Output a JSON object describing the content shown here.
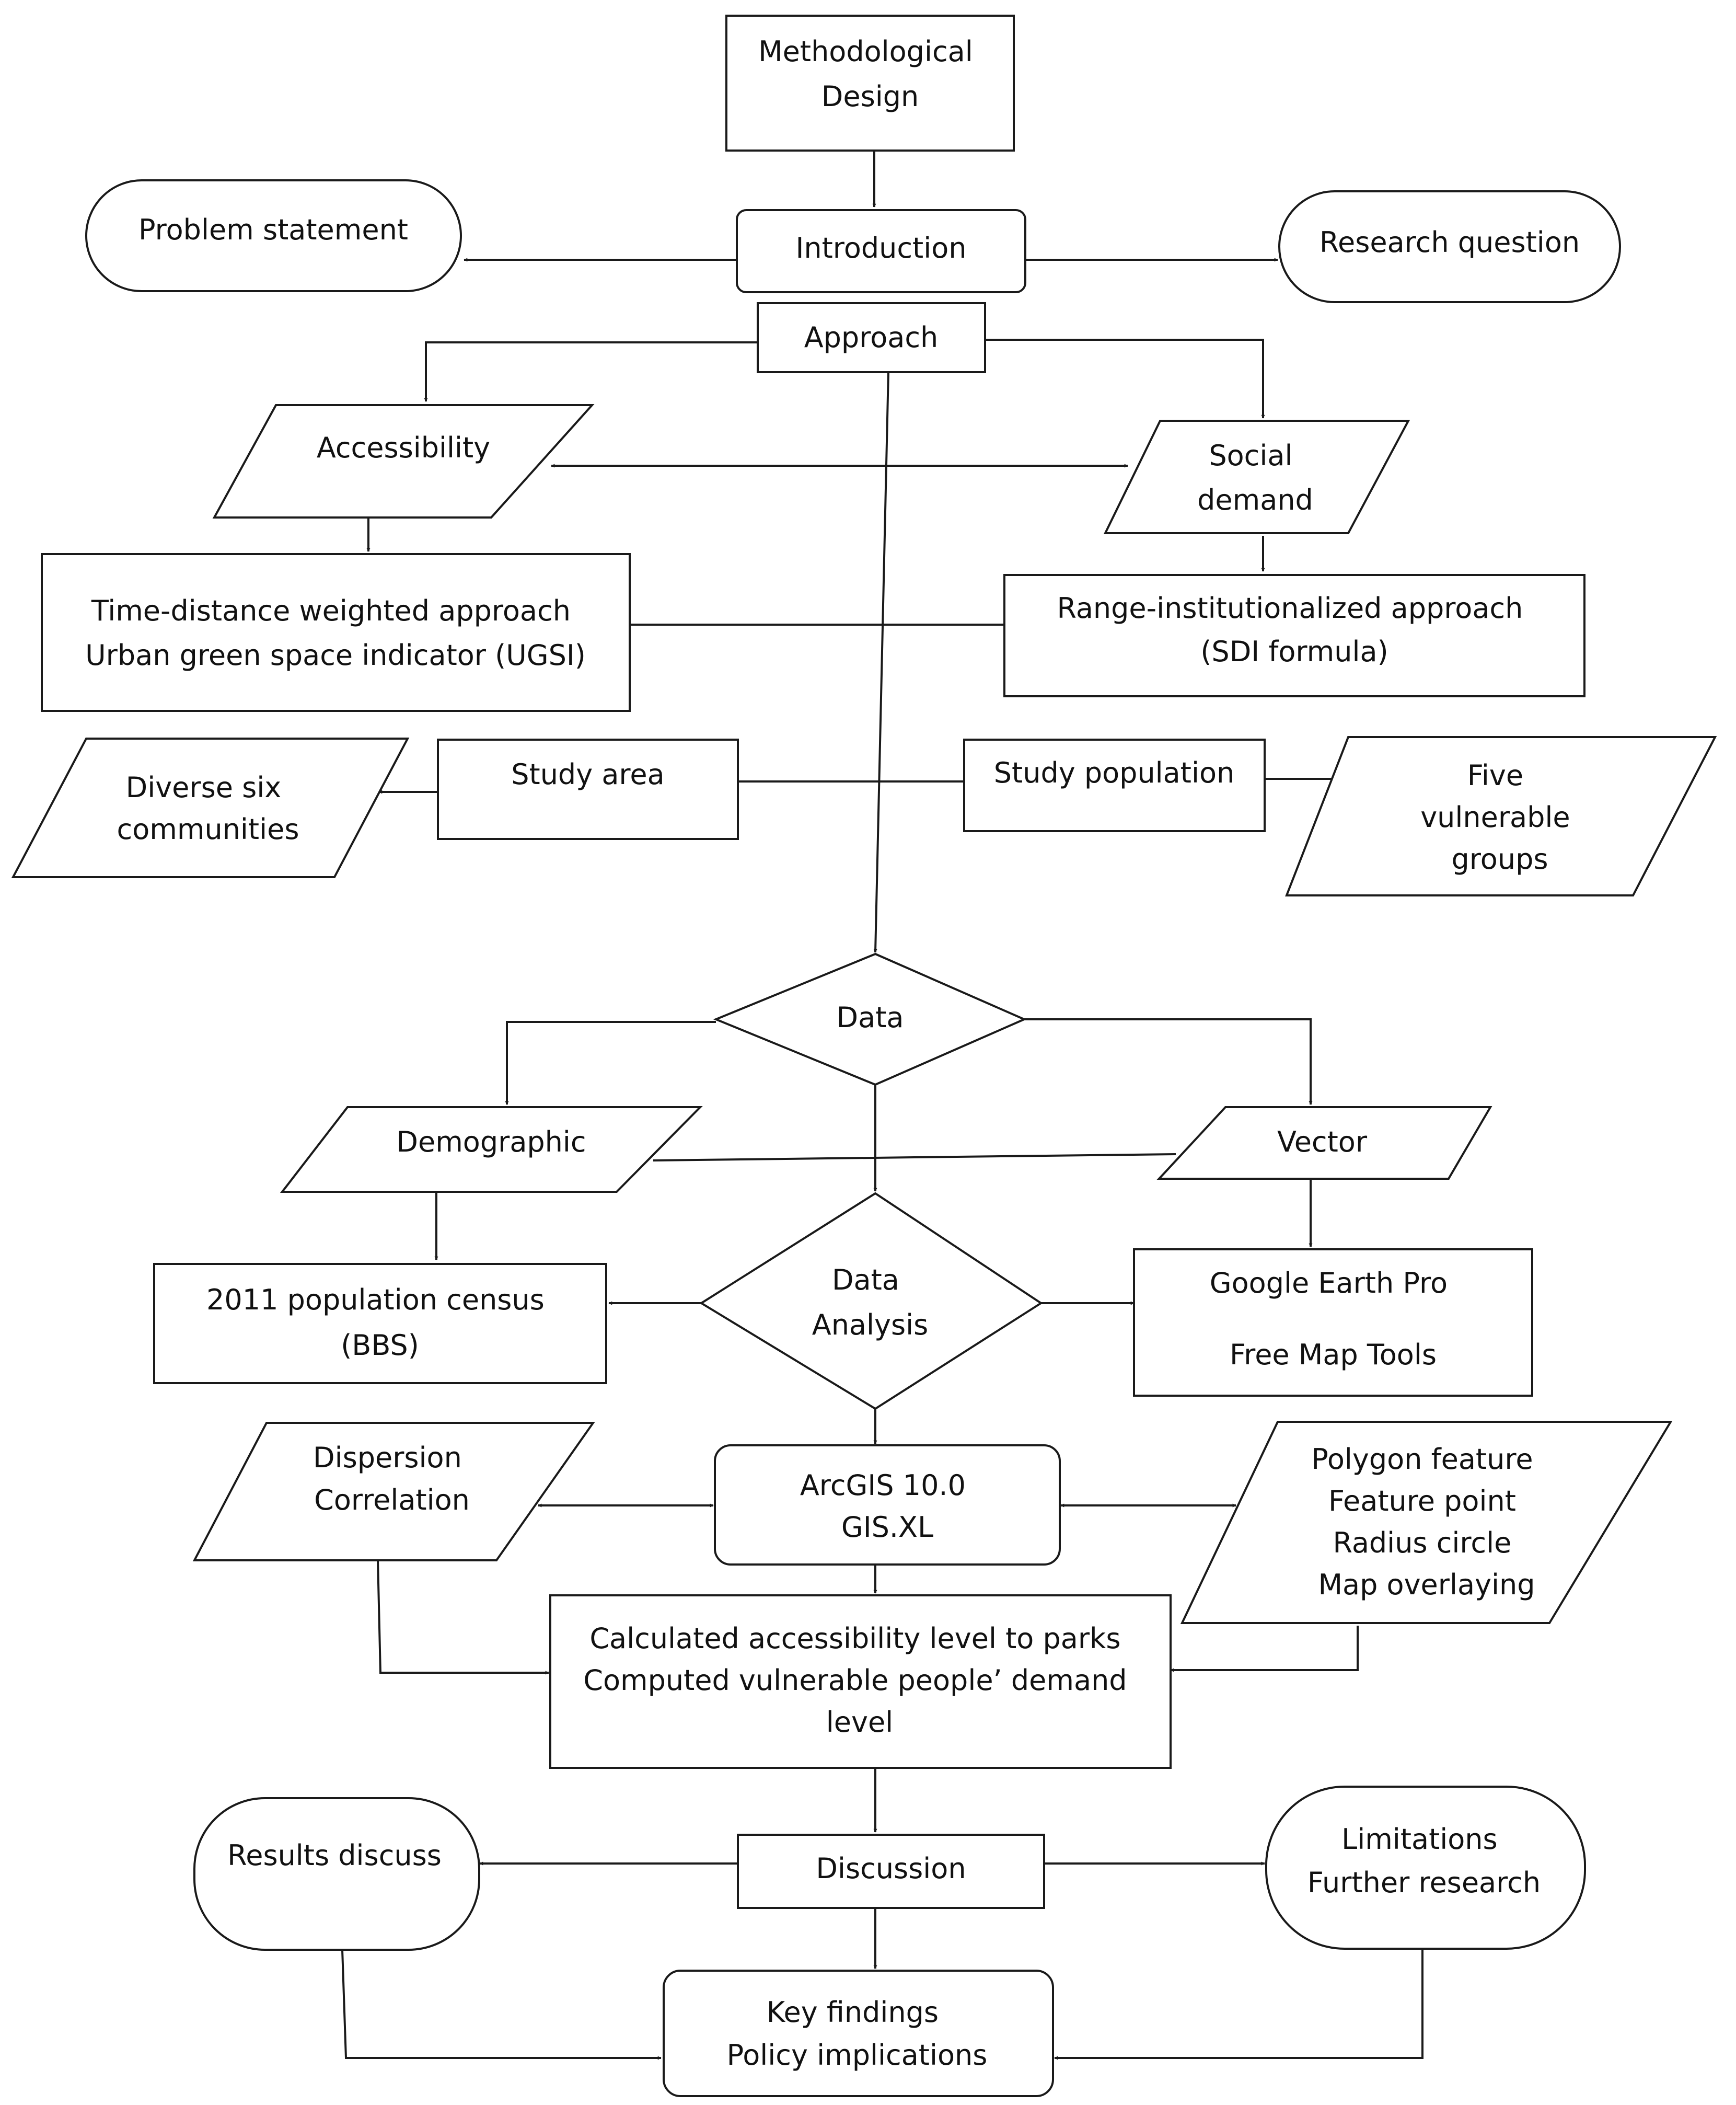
{
  "nodes": {
    "methodological_design": {
      "lines": [
        "Methodological",
        "Design"
      ]
    },
    "problem_statement": {
      "lines": [
        "Problem statement"
      ]
    },
    "introduction": {
      "lines": [
        "Introduction"
      ]
    },
    "research_question": {
      "lines": [
        "Research question"
      ]
    },
    "approach": {
      "lines": [
        "Approach"
      ]
    },
    "accessibility": {
      "lines": [
        "Accessibility"
      ]
    },
    "social_demand": {
      "lines": [
        "Social",
        "demand"
      ]
    },
    "time_distance": {
      "lines": [
        "Time-distance weighted approach",
        "Urban green space indicator (UGSI)"
      ]
    },
    "range_institutionalized": {
      "lines": [
        "Range-institutionalized approach",
        "(SDI formula)"
      ]
    },
    "diverse_six": {
      "lines": [
        "Diverse six",
        "communities"
      ]
    },
    "study_area": {
      "lines": [
        "Study area"
      ]
    },
    "study_population": {
      "lines": [
        "Study population"
      ]
    },
    "five_vulnerable": {
      "lines": [
        "Five",
        "vulnerable",
        "groups"
      ]
    },
    "data": {
      "lines": [
        "Data"
      ]
    },
    "demographic": {
      "lines": [
        "Demographic"
      ]
    },
    "vector": {
      "lines": [
        "Vector"
      ]
    },
    "data_analysis": {
      "lines": [
        "Data",
        "Analysis"
      ]
    },
    "census": {
      "lines": [
        "2011  population census",
        "(BBS)"
      ]
    },
    "google_earth": {
      "lines": [
        "Google Earth Pro",
        "",
        "Free Map Tools"
      ]
    },
    "dispersion": {
      "lines": [
        "Dispersion",
        "Correlation"
      ]
    },
    "arcgis": {
      "lines": [
        "ArcGIS 10.0",
        "GIS.XL"
      ]
    },
    "polygon": {
      "lines": [
        "Polygon feature",
        "Feature point",
        "Radius circle",
        "Map overlaying"
      ]
    },
    "calculated": {
      "lines": [
        "Calculated accessibility level to parks",
        "Computed vulnerable people’ demand",
        "level"
      ]
    },
    "results_discuss": {
      "lines": [
        "Results discuss"
      ]
    },
    "discussion": {
      "lines": [
        "Discussion"
      ]
    },
    "limitations": {
      "lines": [
        "Limitations",
        "Further research"
      ]
    },
    "key_findings": {
      "lines": [
        "Key findings",
        "Policy implications"
      ]
    }
  }
}
